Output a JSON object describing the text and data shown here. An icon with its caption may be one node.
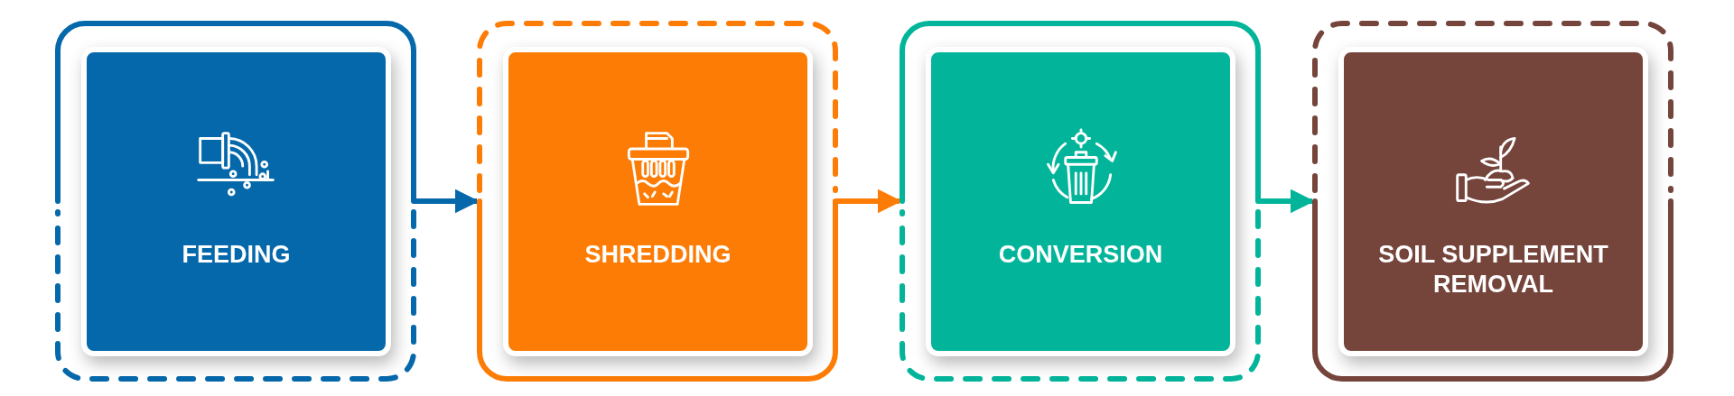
{
  "diagram": {
    "nodes": [
      {
        "text": [],
        "shape": "box"
      },
      {
        "text": [
          "FEEDING"
        ],
        "in": 0
      },
      {
        "text": [],
        "shape": "box"
      },
      {
        "text": [
          "SHREDDING"
        ],
        "in": 2
      },
      {
        "text": [],
        "shape": "box"
      },
      {
        "text": [
          "CONVERSION"
        ],
        "in": 4
      },
      {
        "text": [],
        "shape": "box"
      },
      {
        "text": [
          "SOIL SUPPLEMENT REMOVAL"
        ],
        "in": 6
      }
    ],
    "edges": [
      {
        "from": 0,
        "to": 2,
        "arrow": "to",
        "color": "#0468ab"
      },
      {
        "from": 2,
        "to": 4,
        "arrow": "to",
        "color": "#fc7c05"
      },
      {
        "from": 4,
        "to": 6,
        "arrow": "to",
        "color": "#02b59a"
      }
    ]
  }
}
